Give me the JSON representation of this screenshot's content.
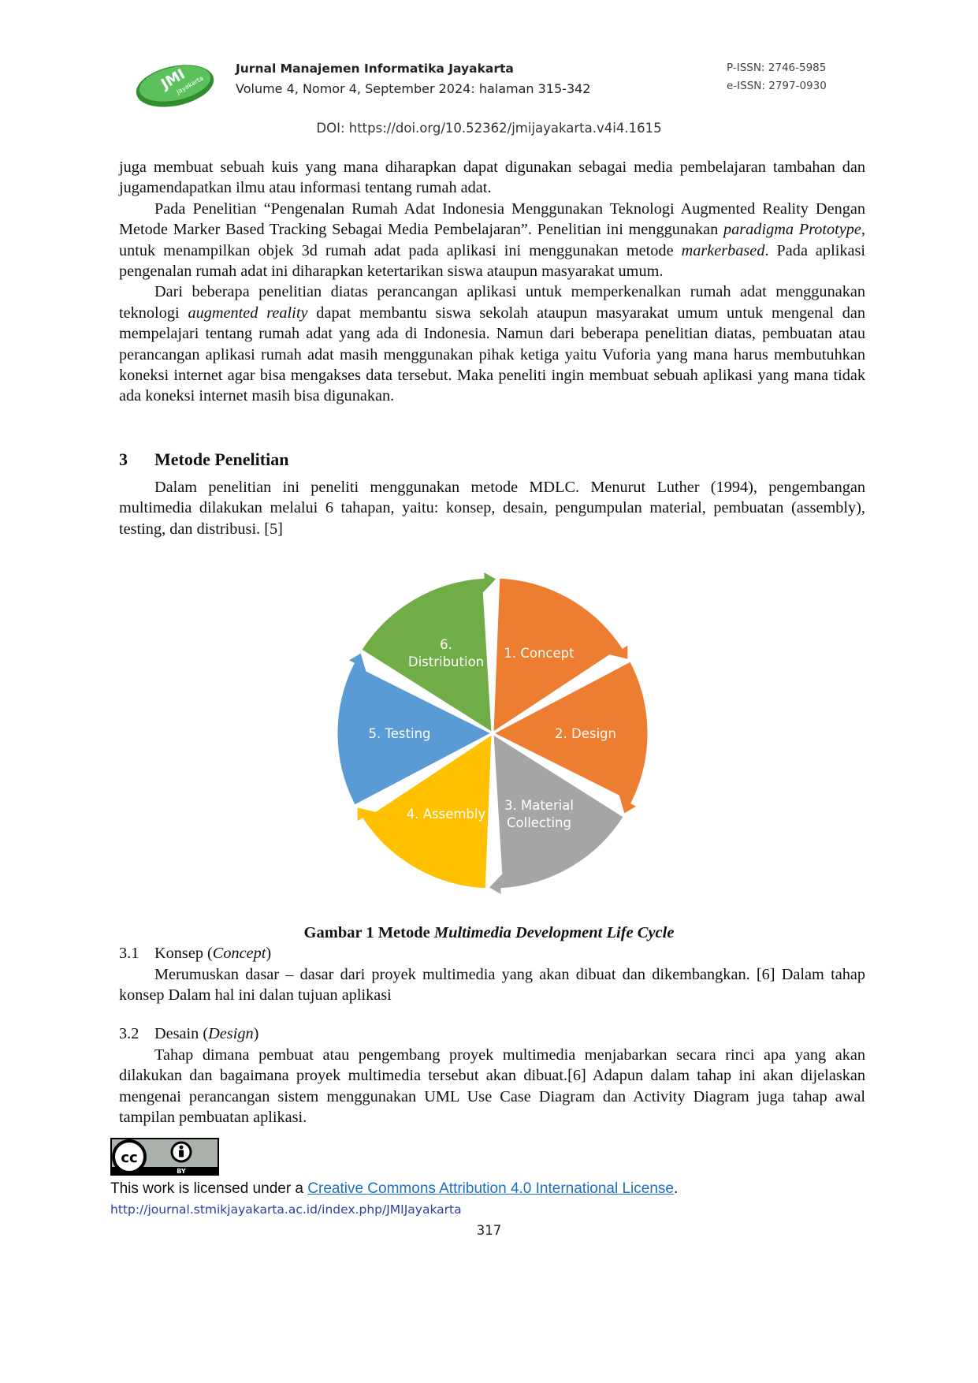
{
  "header": {
    "logo_text": "JMI",
    "logo_sub": "Jayakarta",
    "journal_name": "Jurnal Manajemen Informatika Jayakarta",
    "volume_info": "Volume 4, Nomor 4, September 2024: halaman 315-342",
    "p_issn": "P-ISSN: 2746-5985",
    "e_issn": "e-ISSN: 2797-0930",
    "doi": "DOI: https://doi.org/10.52362/jmijayakarta.v4i4.1615"
  },
  "intro": {
    "p1": "juga membuat sebuah kuis yang mana diharapkan dapat digunakan sebagai media pembelajaran tambahan dan jugamendapatkan ilmu atau informasi tentang rumah adat.",
    "p2_a": "Pada Penelitian “Pengenalan Rumah Adat Indonesia Menggunakan Teknologi Augmented Reality Dengan Metode Marker Based Tracking Sebagai Media Pembelajaran”. Penelitian ini menggunakan ",
    "p2_em1": "paradigma Prototype",
    "p2_b": ", untuk menampilkan objek 3d rumah adat pada aplikasi ini menggunakan metode ",
    "p2_em2": "markerbased",
    "p2_c": ". Pada aplikasi pengenalan rumah adat ini diharapkan ketertarikan siswa ataupun masyarakat umum.",
    "p3_a": "Dari beberapa penelitian diatas perancangan aplikasi untuk memperkenalkan rumah adat menggunakan teknologi ",
    "p3_em": "augmented reality",
    "p3_b": " dapat membantu siswa sekolah ataupun masyarakat umum untuk mengenal dan mempelajari tentang rumah adat yang ada di Indonesia. Namun dari beberapa penelitian diatas, pembuatan atau perancangan aplikasi rumah adat masih menggunakan pihak ketiga yaitu Vuforia yang mana harus membutuhkan koneksi internet agar bisa mengakses data tersebut. Maka peneliti ingin membuat sebuah aplikasi yang mana tidak ada koneksi internet masih bisa digunakan."
  },
  "section3": {
    "number": "3",
    "title": "Metode Penelitian",
    "text": "Dalam penelitian ini peneliti menggunakan metode MDLC. Menurut Luther (1994), pengembangan multimedia dilakukan melalui 6 tahapan, yaitu: konsep, desain, pengumpulan material, pembuatan (assembly), testing, dan distribusi. [5]"
  },
  "figure": {
    "slices": [
      {
        "line1": "1. Concept",
        "line2": "",
        "color": "#ED7D31"
      },
      {
        "line1": "2. Design",
        "line2": "",
        "color": "#ED7D31"
      },
      {
        "line1": "3. Material",
        "line2": "Collecting",
        "color": "#A5A5A5"
      },
      {
        "line1": "4. Assembly",
        "line2": "",
        "color": "#FFC000"
      },
      {
        "line1": "5. Testing",
        "line2": "",
        "color": "#5B9BD5"
      },
      {
        "line1": "6.",
        "line2": "Distribution",
        "color": "#70AD47"
      }
    ],
    "caption_bold": "Gambar 1 Metode ",
    "caption_italic": "Multimedia Development Life Cycle"
  },
  "sub31": {
    "number": "3.1",
    "title": "Konsep (",
    "title_em": "Concept",
    "title_end": ")",
    "text": "Merumuskan dasar – dasar dari proyek multimedia yang akan dibuat dan dikembangkan. [6] Dalam tahap konsep Dalam hal ini dalan tujuan aplikasi"
  },
  "sub32": {
    "number": "3.2",
    "title": "Desain (",
    "title_em": "Design",
    "title_end": ")",
    "text": "Tahap dimana pembuat atau pengembang proyek multimedia menjabarkan secara rinci apa yang akan dilakukan dan bagaimana proyek multimedia tersebut akan dibuat.[6] Adapun dalam tahap ini akan dijelaskan mengenai perancangan sistem menggunakan UML Use Case Diagram dan Activity Diagram juga tahap awal tampilan pembuatan aplikasi."
  },
  "footer": {
    "cc_text": "cc",
    "by_text": "BY",
    "license_prefix": "This work is licensed under a ",
    "license_link": "Creative Commons Attribution 4.0 International License",
    "license_suffix": ".",
    "url": "http://journal.stmikjayakarta.ac.id/index.php/JMIJayakarta",
    "page_number": "317"
  }
}
